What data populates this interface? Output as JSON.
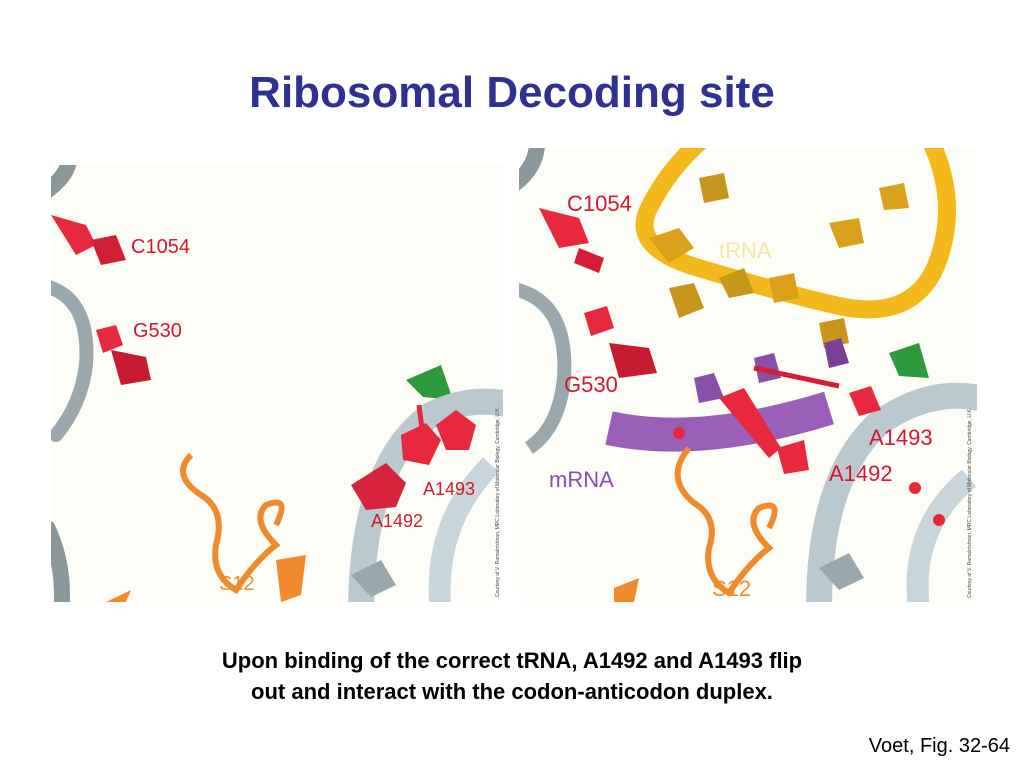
{
  "title": "Ribosomal Decoding site",
  "left_panel": {
    "labels": [
      "C1054",
      "G530",
      "A1493",
      "A1492",
      "S12"
    ],
    "credit": "Courtesy of V. Ramakrishnan, MRC Laboratory of Molecular Biology, Cambridge, U.K."
  },
  "right_panel": {
    "labels": [
      "C1054",
      "tRNA",
      "G530",
      "mRNA",
      "A1493",
      "A1492",
      "S12"
    ],
    "credit": "Courtesy of V. Ramakrishnan, MRC Laboratory of Molecular Biology, Cambridge, U.K."
  },
  "caption": {
    "line1": "Upon binding of the correct tRNA, A1492 and A1493 flip",
    "line2": "out and interact with the codon-anticodon duplex."
  },
  "reference": "Voet, Fig. 32-64",
  "colors": {
    "title": "#2e3192",
    "nucleotide_red": "#e8283c",
    "trna_yellow": "#f2b81c",
    "mrna_purple": "#9a5fb8",
    "s12_orange": "#f08a2c",
    "rna_backbone": "#b9c9cf",
    "protein_green": "#2e9a3e"
  }
}
